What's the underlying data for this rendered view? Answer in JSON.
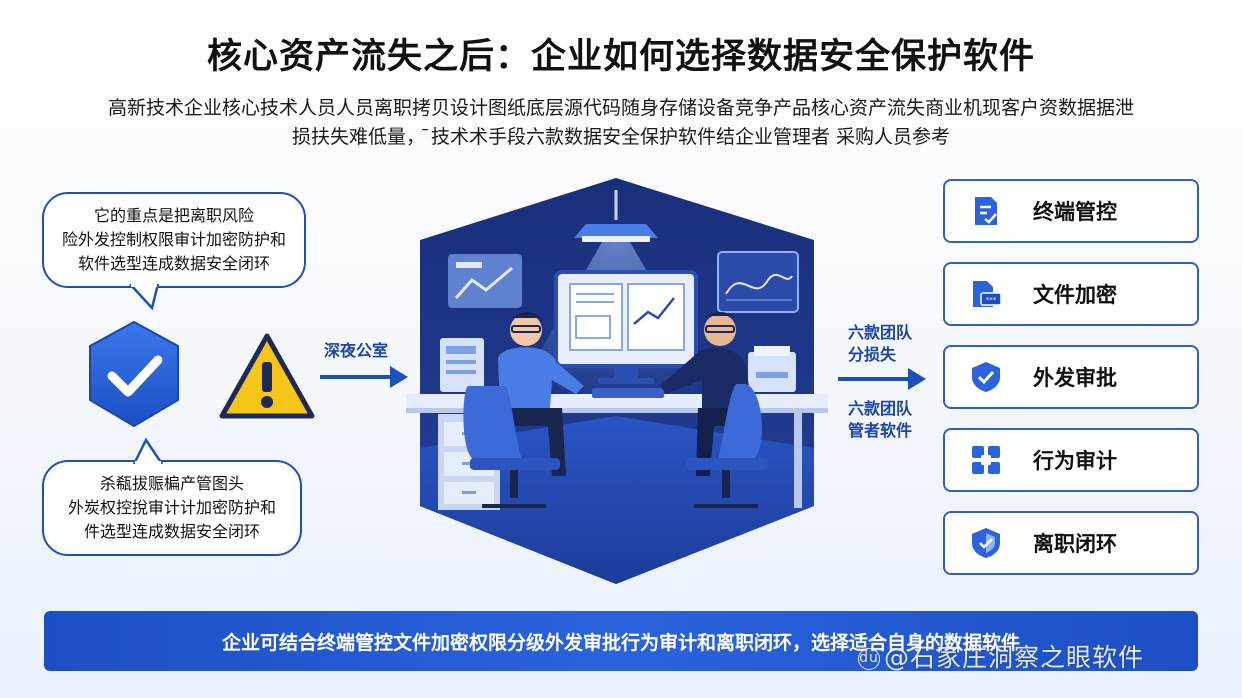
{
  "title": "核心资产流失之后：企业如何选择数据安全保护软件",
  "subtitle": {
    "line1": "高新技术企业核心技术人员人员离职拷贝设计图纸底层源代码随身存储设备竞争产品核心资产流失商业机现客户资数据据泄",
    "line2": "损扶失难低量，̄ 技术术手段六款数据安全保护软件结企业管理者 采购人员参考"
  },
  "bubble_top": {
    "line1": "它的重点是把离职风险",
    "line2": "险外发控制权限审计加密防护和",
    "line3": "软件选型连成数据安全闭环"
  },
  "bubble_bottom": {
    "line1": "杀瓻拔赈楄产管图头",
    "line2": "外炭权控挩审计计加密防护和",
    "line3": "件选型连成数据安全闭环"
  },
  "left_arrow_label": "深夜公室",
  "right_labels": {
    "top_line1": "六款团队",
    "top_line2": "分损失",
    "bottom_line1": "六款团队",
    "bottom_line2": "管者软件"
  },
  "features": [
    {
      "label": "终端管控",
      "icon": "document-check-icon"
    },
    {
      "label": "文件加密",
      "icon": "encrypted-file-icon"
    },
    {
      "label": "外发审批",
      "icon": "shield-check-icon"
    },
    {
      "label": "行为审计",
      "icon": "blocks-icon"
    },
    {
      "label": "离职闭环",
      "icon": "shield-badge-icon"
    }
  ],
  "banner_text": "企业可结合终端管控文件加密权限分级外发审批行为审计和离职闭环，选择适合自身的数据软件",
  "watermark": "@石家庄洞察之眼软件",
  "watermark_logo": "du",
  "colors": {
    "primary_blue": "#1f4fb8",
    "banner_blue": "#2a63dc",
    "room_navy": "#1a2f7a",
    "warning_yellow": "#f5c518",
    "shield_blue": "#2a63dc"
  }
}
